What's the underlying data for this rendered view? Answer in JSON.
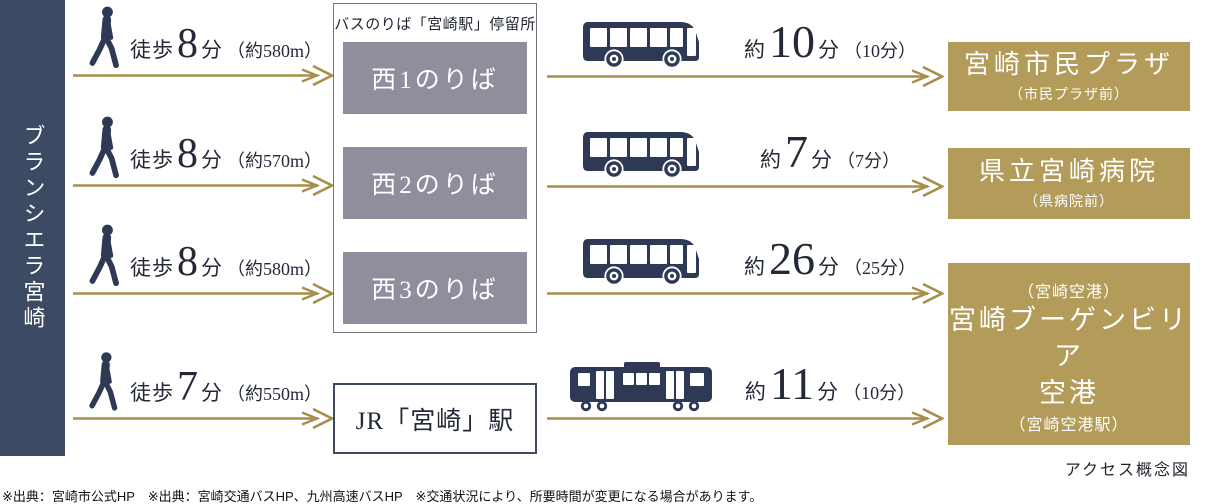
{
  "colors": {
    "navy_bar": "#3d4a63",
    "icon_navy": "#2e3a55",
    "platform_gray": "#8e8e9d",
    "destination_gold": "#b39b59",
    "arrow_gold": "#a78f4b"
  },
  "source": {
    "label": "ブランシエラ宮崎"
  },
  "walk_legs": [
    {
      "prefix": "徒歩",
      "minutes": "8",
      "unit": "分",
      "note": "（約580m）"
    },
    {
      "prefix": "徒歩",
      "minutes": "8",
      "unit": "分",
      "note": "（約570m）"
    },
    {
      "prefix": "徒歩",
      "minutes": "8",
      "unit": "分",
      "note": "（約580m）"
    },
    {
      "prefix": "徒歩",
      "minutes": "7",
      "unit": "分",
      "note": "（約550m）"
    }
  ],
  "bus_terminal": {
    "title": "バスのりば「宮崎駅」停留所",
    "platforms": [
      "西1のりば",
      "西2のりば",
      "西3のりば"
    ]
  },
  "jr_station": {
    "label": "JR「宮崎」駅"
  },
  "ride_legs": [
    {
      "mode": "bus",
      "prefix": "約",
      "minutes": "10",
      "unit": "分",
      "note": "（10分）"
    },
    {
      "mode": "bus",
      "prefix": "約",
      "minutes": "7",
      "unit": "分",
      "note": "（7分）"
    },
    {
      "mode": "bus",
      "prefix": "約",
      "minutes": "26",
      "unit": "分",
      "note": "（25分）"
    },
    {
      "mode": "train",
      "prefix": "約",
      "minutes": "11",
      "unit": "分",
      "note": "（10分）"
    }
  ],
  "destinations": [
    {
      "name": "宮崎市民プラザ",
      "note": "（市民プラザ前）"
    },
    {
      "name": "県立宮崎病院",
      "note": "（県病院前）"
    },
    {
      "top_note": "（宮崎空港）",
      "name_line1": "宮崎ブーゲンビリア",
      "name_line2": "空港",
      "bottom_note": "（宮崎空港駅）"
    }
  ],
  "caption": "アクセス概念図",
  "footnote": "※出典：宮崎市公式HP　※出典：宮崎交通バスHP、九州高速バスHP　※交通状況により、所要時間が変更になる場合があります。"
}
